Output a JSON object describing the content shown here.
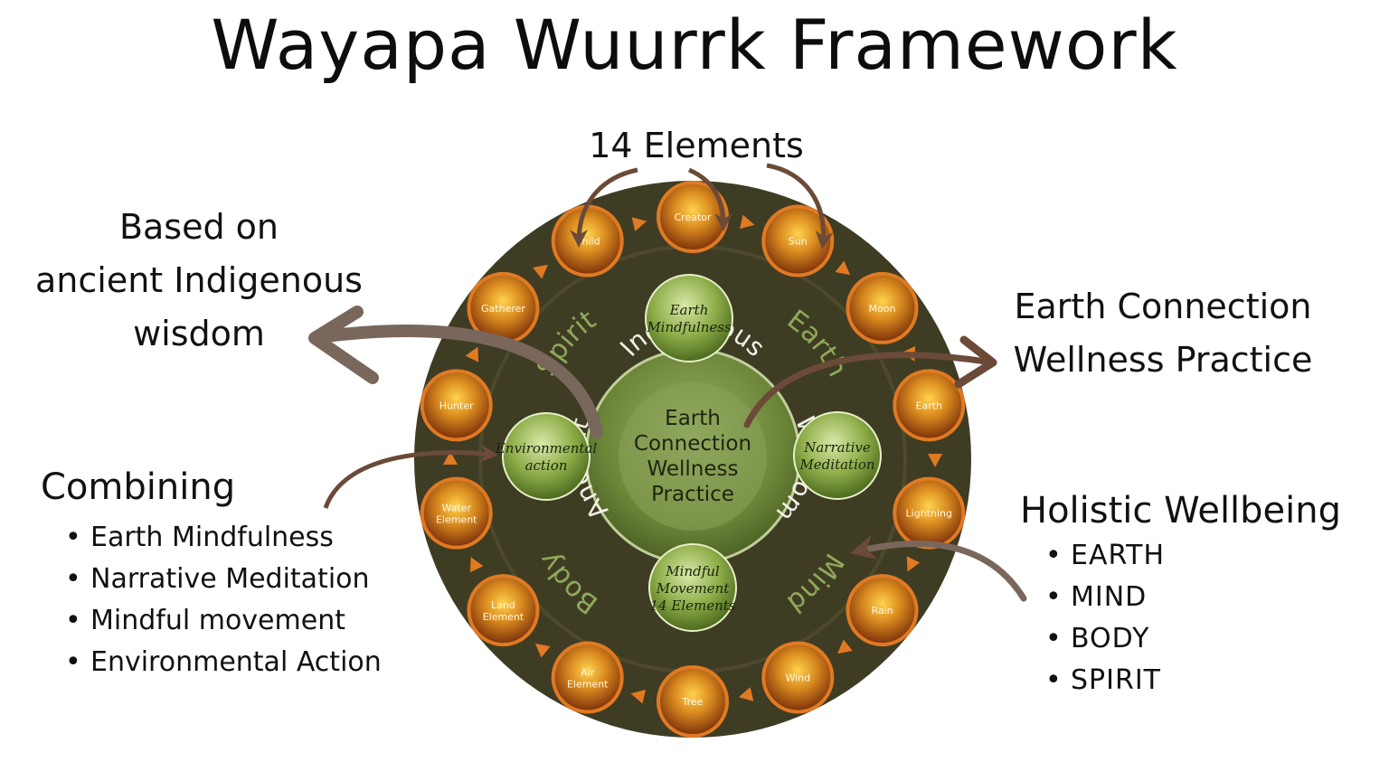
{
  "title": "Wayapa Wuurrk Framework",
  "labels": {
    "elements_heading": "14 Elements",
    "based_on": [
      "Based on",
      "ancient Indigenous",
      "wisdom"
    ],
    "earth_connection": [
      "Earth Connection",
      "Wellness Practice"
    ],
    "combining_heading": "Combining",
    "holistic_heading": "Holistic Wellbeing"
  },
  "combining_items": [
    "Earth Mindfulness",
    "Narrative Meditation",
    "Mindful movement",
    "Environmental Action"
  ],
  "holistic_items": [
    "EARTH",
    "MIND",
    "BODY",
    "SPIRIT"
  ],
  "wheel": {
    "elements": [
      "Creator",
      "Sun",
      "Moon",
      "Earth",
      "Lightning",
      "Rain",
      "Wind",
      "Tree",
      "Air Element",
      "Land Element",
      "Water Element",
      "Hunter",
      "Gatherer",
      "Child"
    ],
    "quadrants": [
      "Earth",
      "Mind",
      "Body",
      "Spirit"
    ],
    "practices": [
      "Earth Mindfulness",
      "Narrative Meditation",
      "Mindful Movement 14 Elements",
      "Environmental action"
    ],
    "center_text": "Earth Connection Wellness Practice",
    "center_ring_top": "Indigenous",
    "center_ring_left": "Ancient",
    "center_ring_right": "Wisdom"
  },
  "colors": {
    "wheel_dark": "#3f3c24",
    "wheel_ring": "#5a5634",
    "quadrant_text": "#8fa95a",
    "practice_green": "#7a9a3c",
    "element_orange": "#e07a22",
    "element_fill": "#b8641a",
    "arrow_brown": "#6b4a38",
    "arrow_grey": "#7a675b"
  }
}
